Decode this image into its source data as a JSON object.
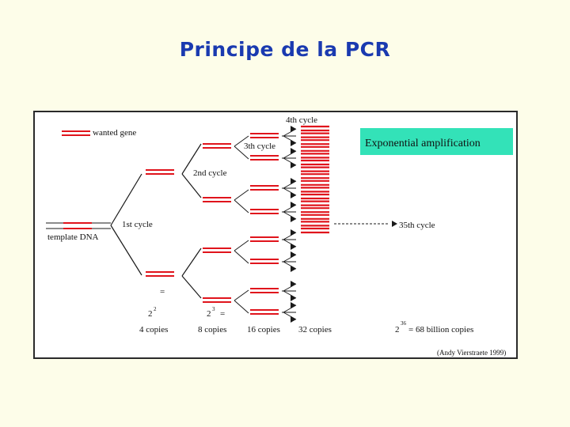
{
  "slide": {
    "title": "Principe de la PCR"
  },
  "diagram": {
    "legend_label": "wanted gene",
    "template_label": "template DNA",
    "callout": "Exponential amplification",
    "cycle_labels": {
      "c1": "1st cycle",
      "c2": "2nd cycle",
      "c3": "3th cycle",
      "c4": "4th cycle",
      "c35": "35th cycle"
    },
    "counts": {
      "c2_base": "2",
      "c2_exp": "2",
      "c2_eq": "=",
      "c2_copies": "4 copies",
      "c3_base": "2",
      "c3_exp": "3",
      "c3_eq": "=",
      "c3_copies": "8 copies",
      "c4_copies": "16 copies",
      "c5_copies": "32 copies",
      "c36_base": "2",
      "c36_exp": "36",
      "c36_rest": "= 68 billion copies"
    },
    "credit": "(Andy Vierstraete 1999)",
    "colors": {
      "gene": "#e0141c",
      "strand": "#1a1a1a",
      "callout_bg": "#33e2b8",
      "title": "#1a3ab0"
    }
  }
}
